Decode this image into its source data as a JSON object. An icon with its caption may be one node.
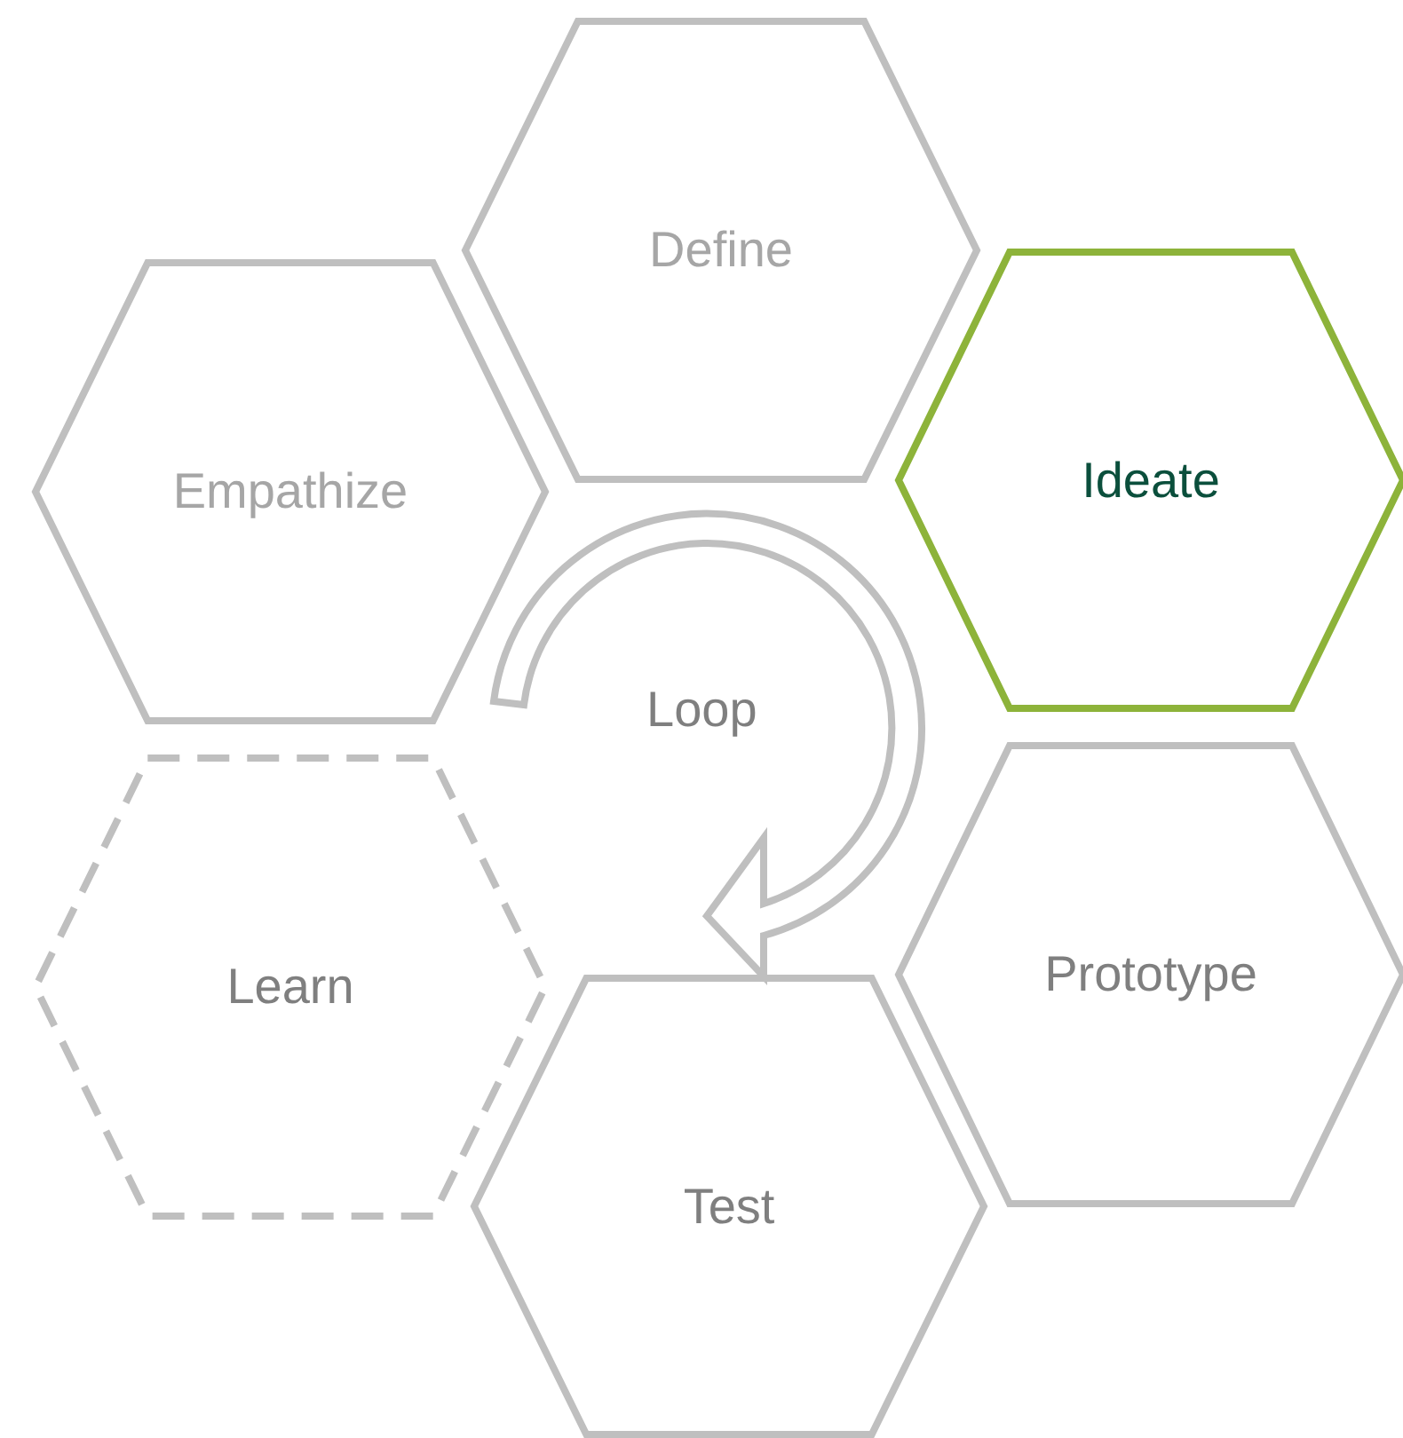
{
  "diagram": {
    "nodes": [
      {
        "text": [
          "Define"
        ]
      },
      {
        "text": [
          "Empathize"
        ]
      },
      {
        "text": [
          "Ideate"
        ]
      },
      {
        "text": [
          "Learn"
        ]
      },
      {
        "text": [
          "Prototype"
        ]
      },
      {
        "text": [
          "Test"
        ]
      }
    ],
    "labels": [
      "Loop"
    ]
  }
}
